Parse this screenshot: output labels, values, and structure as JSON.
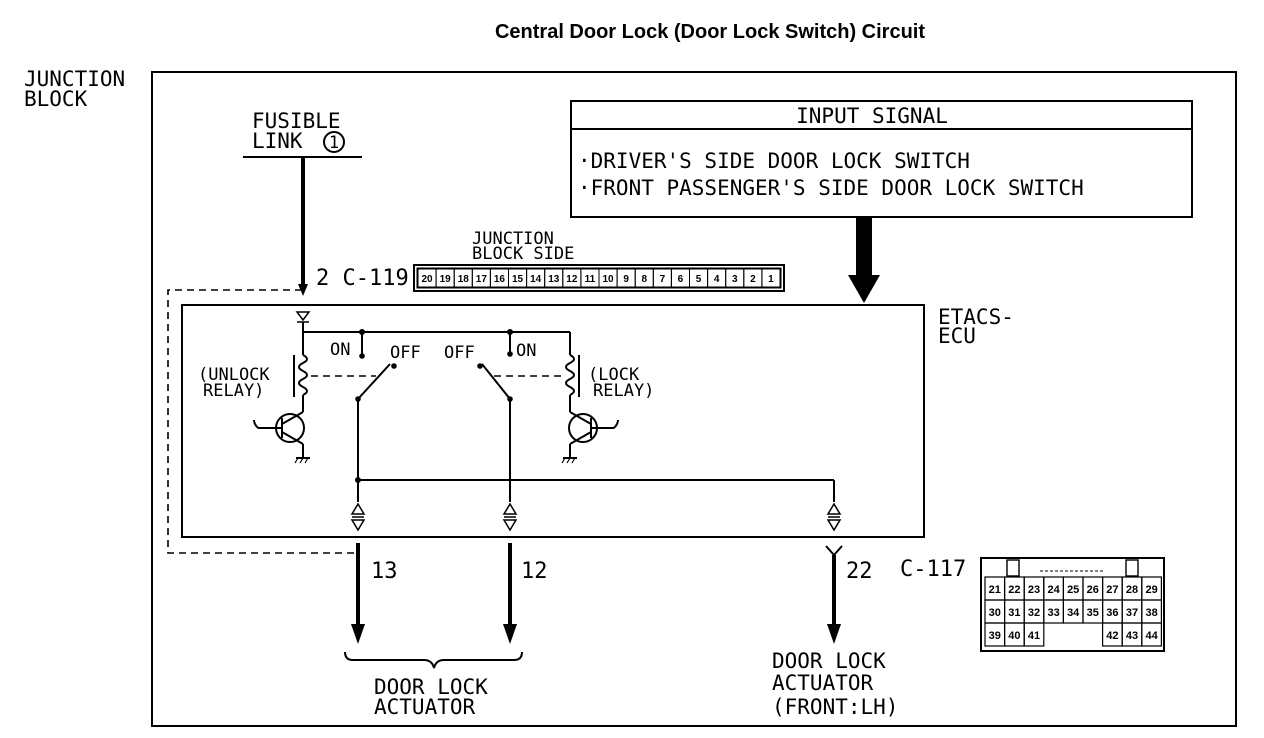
{
  "title": "Central Door Lock (Door Lock Switch) Circuit",
  "junction_block": [
    "JUNCTION",
    "BLOCK"
  ],
  "fusible_link": [
    "FUSIBLE",
    "LINK"
  ],
  "fusible_link_number": "1",
  "connector_c119": "2 C-119",
  "junction_block_side": [
    "JUNCTION",
    "BLOCK SIDE"
  ],
  "c119_pins": [
    "20",
    "19",
    "18",
    "17",
    "16",
    "15",
    "14",
    "13",
    "12",
    "11",
    "10",
    "9",
    "8",
    "7",
    "6",
    "5",
    "4",
    "3",
    "2",
    "1"
  ],
  "input_signal": {
    "header": "INPUT SIGNAL",
    "items": [
      "·DRIVER'S SIDE DOOR LOCK SWITCH",
      "·FRONT PASSENGER'S SIDE DOOR LOCK SWITCH"
    ]
  },
  "ecu": [
    "ETACS-",
    "ECU"
  ],
  "switch_labels": {
    "on_left": "ON",
    "off_left": "OFF",
    "off_right": "OFF",
    "on_right": "ON"
  },
  "unlock_relay": [
    "(UNLOCK",
    "RELAY)"
  ],
  "lock_relay": [
    "(LOCK",
    "RELAY)"
  ],
  "pins": {
    "p13": "13",
    "p12": "12",
    "p22": "22"
  },
  "connector_c117": "C-117",
  "c117_rows": [
    [
      "21",
      "22",
      "23",
      "24",
      "25",
      "26",
      "27",
      "28",
      "29"
    ],
    [
      "30",
      "31",
      "32",
      "33",
      "34",
      "35",
      "36",
      "37",
      "38"
    ],
    [
      "39",
      "40",
      "41",
      "",
      "",
      "",
      "42",
      "43",
      "44"
    ]
  ],
  "door_lock_actuator": [
    "DOOR LOCK",
    "ACTUATOR"
  ],
  "door_lock_actuator_front_lh": [
    "DOOR LOCK",
    "ACTUATOR",
    "(FRONT:LH)"
  ]
}
